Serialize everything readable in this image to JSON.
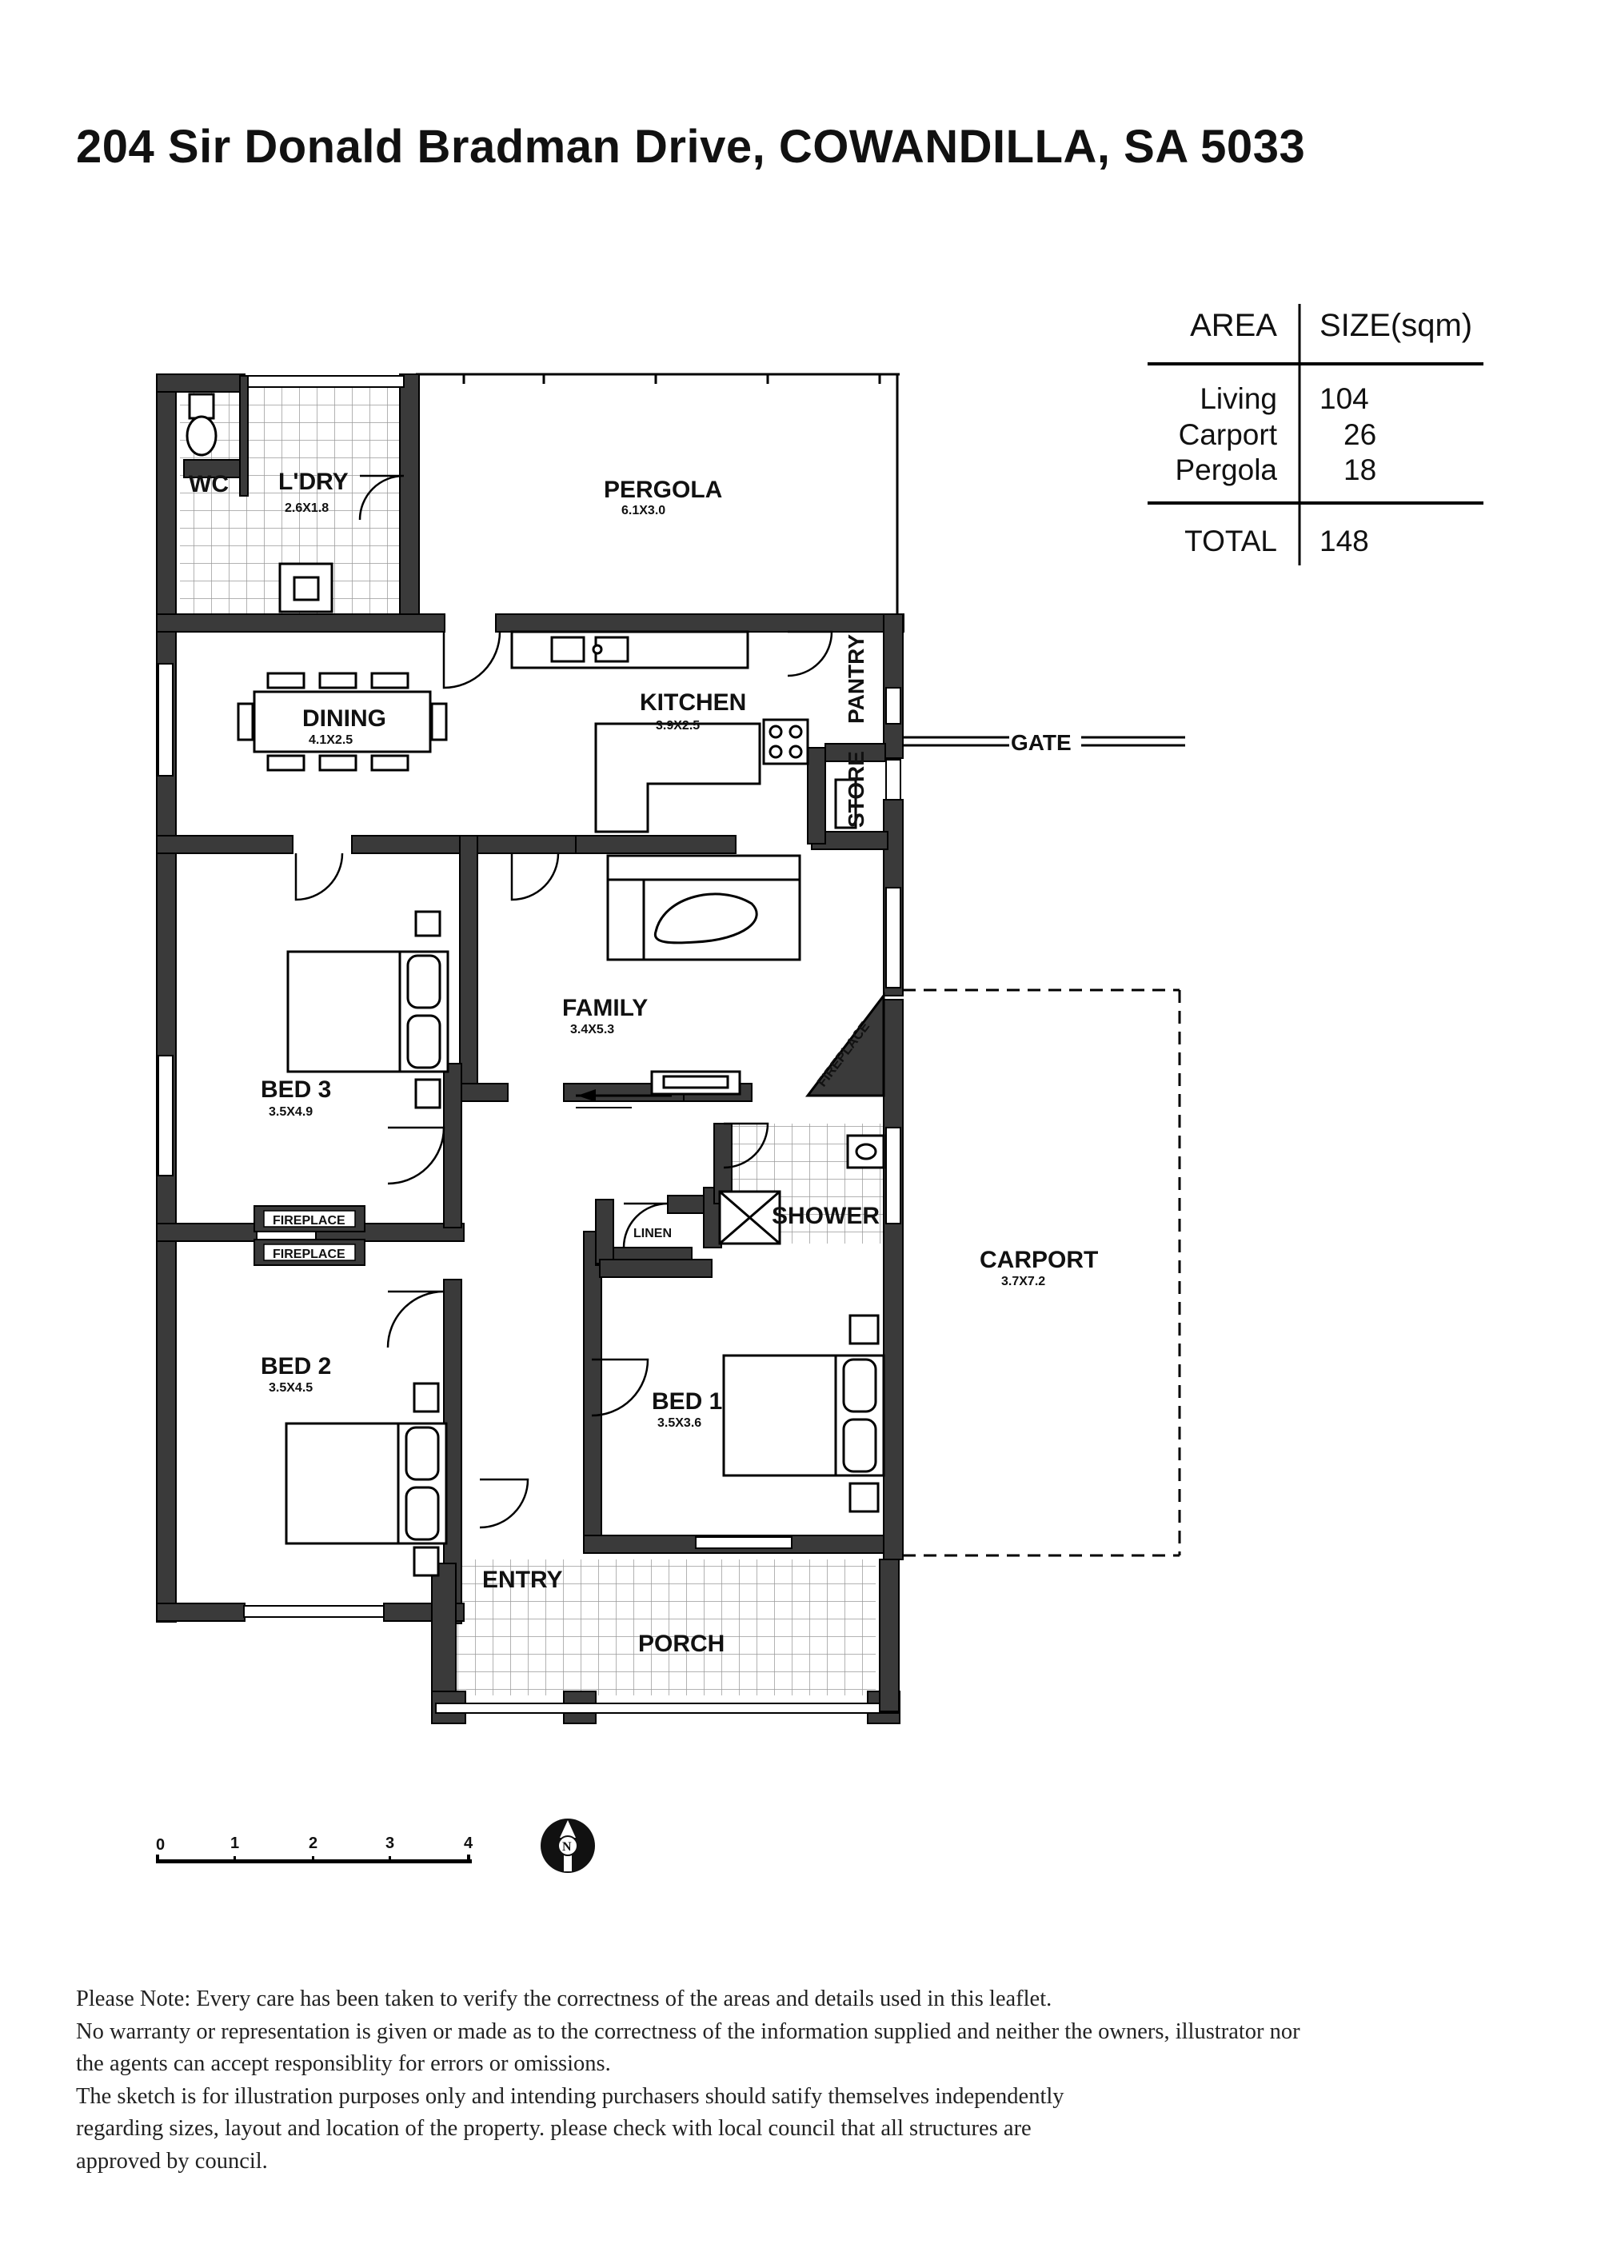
{
  "title": "204 Sir Donald Bradman Drive, COWANDILLA, SA 5033",
  "area_table": {
    "header_area": "AREA",
    "header_size": "SIZE(sqm)",
    "rows": [
      {
        "area": "Living",
        "size": "104"
      },
      {
        "area": "Carport",
        "size": "26"
      },
      {
        "area": "Pergola",
        "size": "18"
      }
    ],
    "total_label": "TOTAL",
    "total_size": "148"
  },
  "rooms": {
    "wc": {
      "name": "WC"
    },
    "laundry": {
      "name": "L'DRY",
      "dims": "2.6X1.8"
    },
    "pergola": {
      "name": "PERGOLA",
      "dims": "6.1X3.0"
    },
    "dining": {
      "name": "DINING",
      "dims": "4.1X2.5"
    },
    "kitchen": {
      "name": "KITCHEN",
      "dims": "3.9X2.5"
    },
    "pantry": {
      "name": "PANTRY"
    },
    "store": {
      "name": "STORE"
    },
    "gate": {
      "name": "GATE"
    },
    "family": {
      "name": "FAMILY",
      "dims": "3.4X5.3"
    },
    "fireplace_family": {
      "name": "FIREPLACE"
    },
    "bed3": {
      "name": "BED 3",
      "dims": "3.5X4.9"
    },
    "fireplace_bed3": {
      "name": "FIREPLACE"
    },
    "fireplace_bed2": {
      "name": "FIREPLACE"
    },
    "bed2": {
      "name": "BED 2",
      "dims": "3.5X4.5"
    },
    "linen": {
      "name": "LINEN"
    },
    "shower": {
      "name": "SHOWER"
    },
    "bed1": {
      "name": "BED 1",
      "dims": "3.5X3.6"
    },
    "carport": {
      "name": "CARPORT",
      "dims": "3.7X7.2"
    },
    "entry": {
      "name": "ENTRY"
    },
    "porch": {
      "name": "PORCH"
    }
  },
  "scale_bar": {
    "ticks": [
      "0",
      "1",
      "2",
      "3",
      "4"
    ]
  },
  "compass": {
    "label": "N"
  },
  "note_lines": [
    "Please Note: Every care has been taken to verify the correctness of the areas and details used in this leaflet.",
    "No warranty or representation is given or made as to the correctness of the information supplied and neither the owners, illustrator nor",
    "the agents can accept responsiblity for errors or omissions.",
    "The sketch is for illustration purposes only and intending purchasers should satify themselves independently",
    "regarding sizes, layout and location of the property. please check with local council that all structures are",
    "approved by council."
  ],
  "colors": {
    "wall": "#3a3a3a",
    "wall_outline": "#000000",
    "tile_grid": "#9a9a9a",
    "text": "#111111"
  }
}
